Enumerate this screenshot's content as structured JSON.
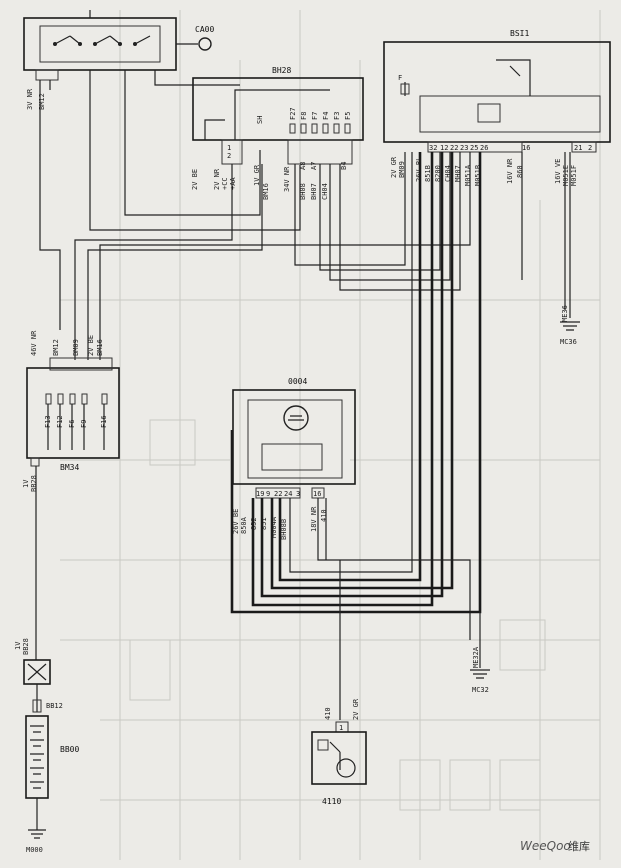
{
  "components": {
    "ca00": {
      "label": "CA00"
    },
    "bsi1": {
      "label": "BSI1",
      "pins": [
        "32",
        "12",
        "22",
        "23",
        "25",
        "26",
        "16",
        "21",
        "2"
      ],
      "fuse": "F"
    },
    "bh28": {
      "label": "BH28",
      "fuses": [
        "F27",
        "F8",
        "F7",
        "F4",
        "F3",
        "F5"
      ],
      "sh": "SH",
      "pins": [
        "1",
        "2"
      ]
    },
    "bm34": {
      "label": "BM34",
      "fuses": [
        "F13",
        "F12",
        "F6",
        "F9",
        "F16"
      ]
    },
    "c0004": {
      "label": "0004",
      "pins": [
        "19",
        "9",
        "22",
        "24",
        "3",
        "16"
      ]
    },
    "bb00": {
      "label": "BB00"
    },
    "s4110": {
      "label": "4110",
      "pin": "1"
    }
  },
  "wires": {
    "w_3vnr": "3V NR",
    "w_bm12_top": "BM12",
    "w_2vbe": "2V BE",
    "w_2vnr_bh": "2V NR",
    "w_cc": "+CC",
    "w_aa": "+AA",
    "w_1vgr": "1V GR",
    "w_bm16": "BM16",
    "w_34vnr": "34V NR",
    "w_bh08": "BH08",
    "w_bh07": "BH07",
    "w_ch04": "CH04",
    "w_a8": "A8",
    "w_a7": "A7",
    "w_b4": "B4",
    "w_2vgr": "2V GR",
    "w_bm09_r": "BM09",
    "w_26vbl": "26V BL",
    "w_851b": "851B",
    "w_820": "8200",
    "w_ch04b": "CH04",
    "w_mh07": "MH07",
    "w_m051a": "M051A",
    "w_m051b": "M051B",
    "w_16vnr": "16V NR",
    "w_860": "860",
    "w_16vve": "16V VE",
    "w_m051e": "M051E",
    "w_m051f": "M051F",
    "w_46vnr": "46V NR",
    "w_bm12_l": "BM12",
    "w_bm09_l": "BM09",
    "w_2vbe_l": "2V BE",
    "w_bm16_l": "BM16",
    "w_1v_bb": "1V",
    "w_bb28": "BB28",
    "w_26vbe": "26V BE",
    "w_850a": "850A",
    "w_852": "852",
    "w_851": "851",
    "w_m004a": "M004A",
    "w_bh08b": "BH08B",
    "w_18vnr": "18V NR",
    "w_410": "410",
    "w_1v_b": "1V",
    "w_bb28b": "BB28",
    "w_bb12": "BB12",
    "w_410b": "410",
    "w_2vgr_b": "2V GR"
  },
  "grounds": {
    "me36": "ME36",
    "mc36": "MC36",
    "me32a": "ME32A",
    "mc32": "MC32",
    "m000": "M000"
  },
  "watermark": {
    "brand": "WeeQoo",
    "suffix": "维库"
  }
}
